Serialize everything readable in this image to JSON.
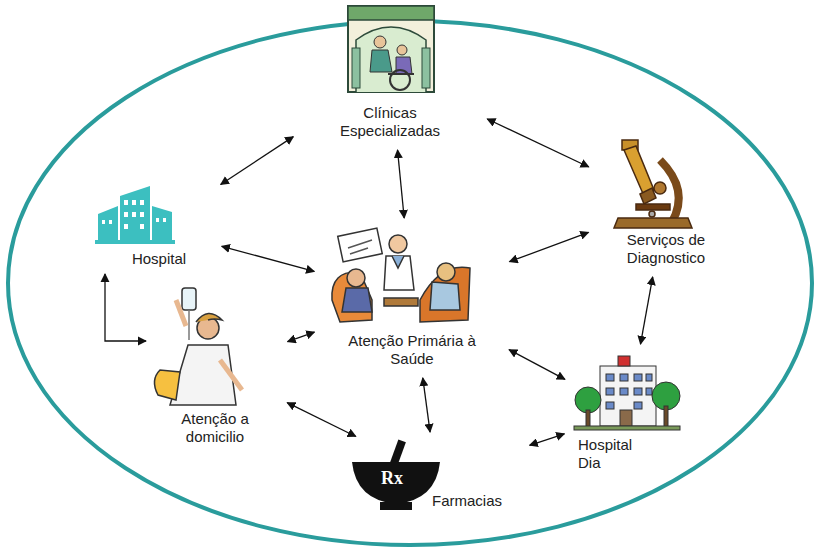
{
  "diagram": {
    "nodes": [
      {
        "text": [
          "Clínicas Especializadas"
        ]
      },
      {
        "text": [
          "Hospital"
        ]
      },
      {
        "text": [
          "Serviços de Diagnostico"
        ]
      },
      {
        "text": [
          "Atenção Primária à Saúde"
        ]
      },
      {
        "text": [
          "Atenção a domicilio"
        ]
      },
      {
        "text": [
          "Hospital Dia"
        ]
      },
      {
        "text": [
          "Farmacias"
        ]
      }
    ],
    "edges": [
      {
        "from": 0,
        "to": 1,
        "arrow": "both"
      },
      {
        "from": 0,
        "to": 2,
        "arrow": "both"
      },
      {
        "from": 0,
        "to": 3,
        "arrow": "both"
      },
      {
        "from": 1,
        "to": 3,
        "arrow": "both"
      },
      {
        "from": 2,
        "to": 3,
        "arrow": "both"
      },
      {
        "from": 2,
        "to": 5,
        "arrow": "both"
      },
      {
        "from": 1,
        "to": 4,
        "arrow": "both"
      },
      {
        "from": 3,
        "to": 4,
        "arrow": "both"
      },
      {
        "from": 3,
        "to": 6,
        "arrow": "both"
      },
      {
        "from": 3,
        "to": 5,
        "arrow": "both"
      },
      {
        "from": 4,
        "to": 6,
        "arrow": "both"
      },
      {
        "from": 6,
        "to": 5,
        "arrow": "both"
      }
    ],
    "labels": [
      "Rx"
    ]
  }
}
